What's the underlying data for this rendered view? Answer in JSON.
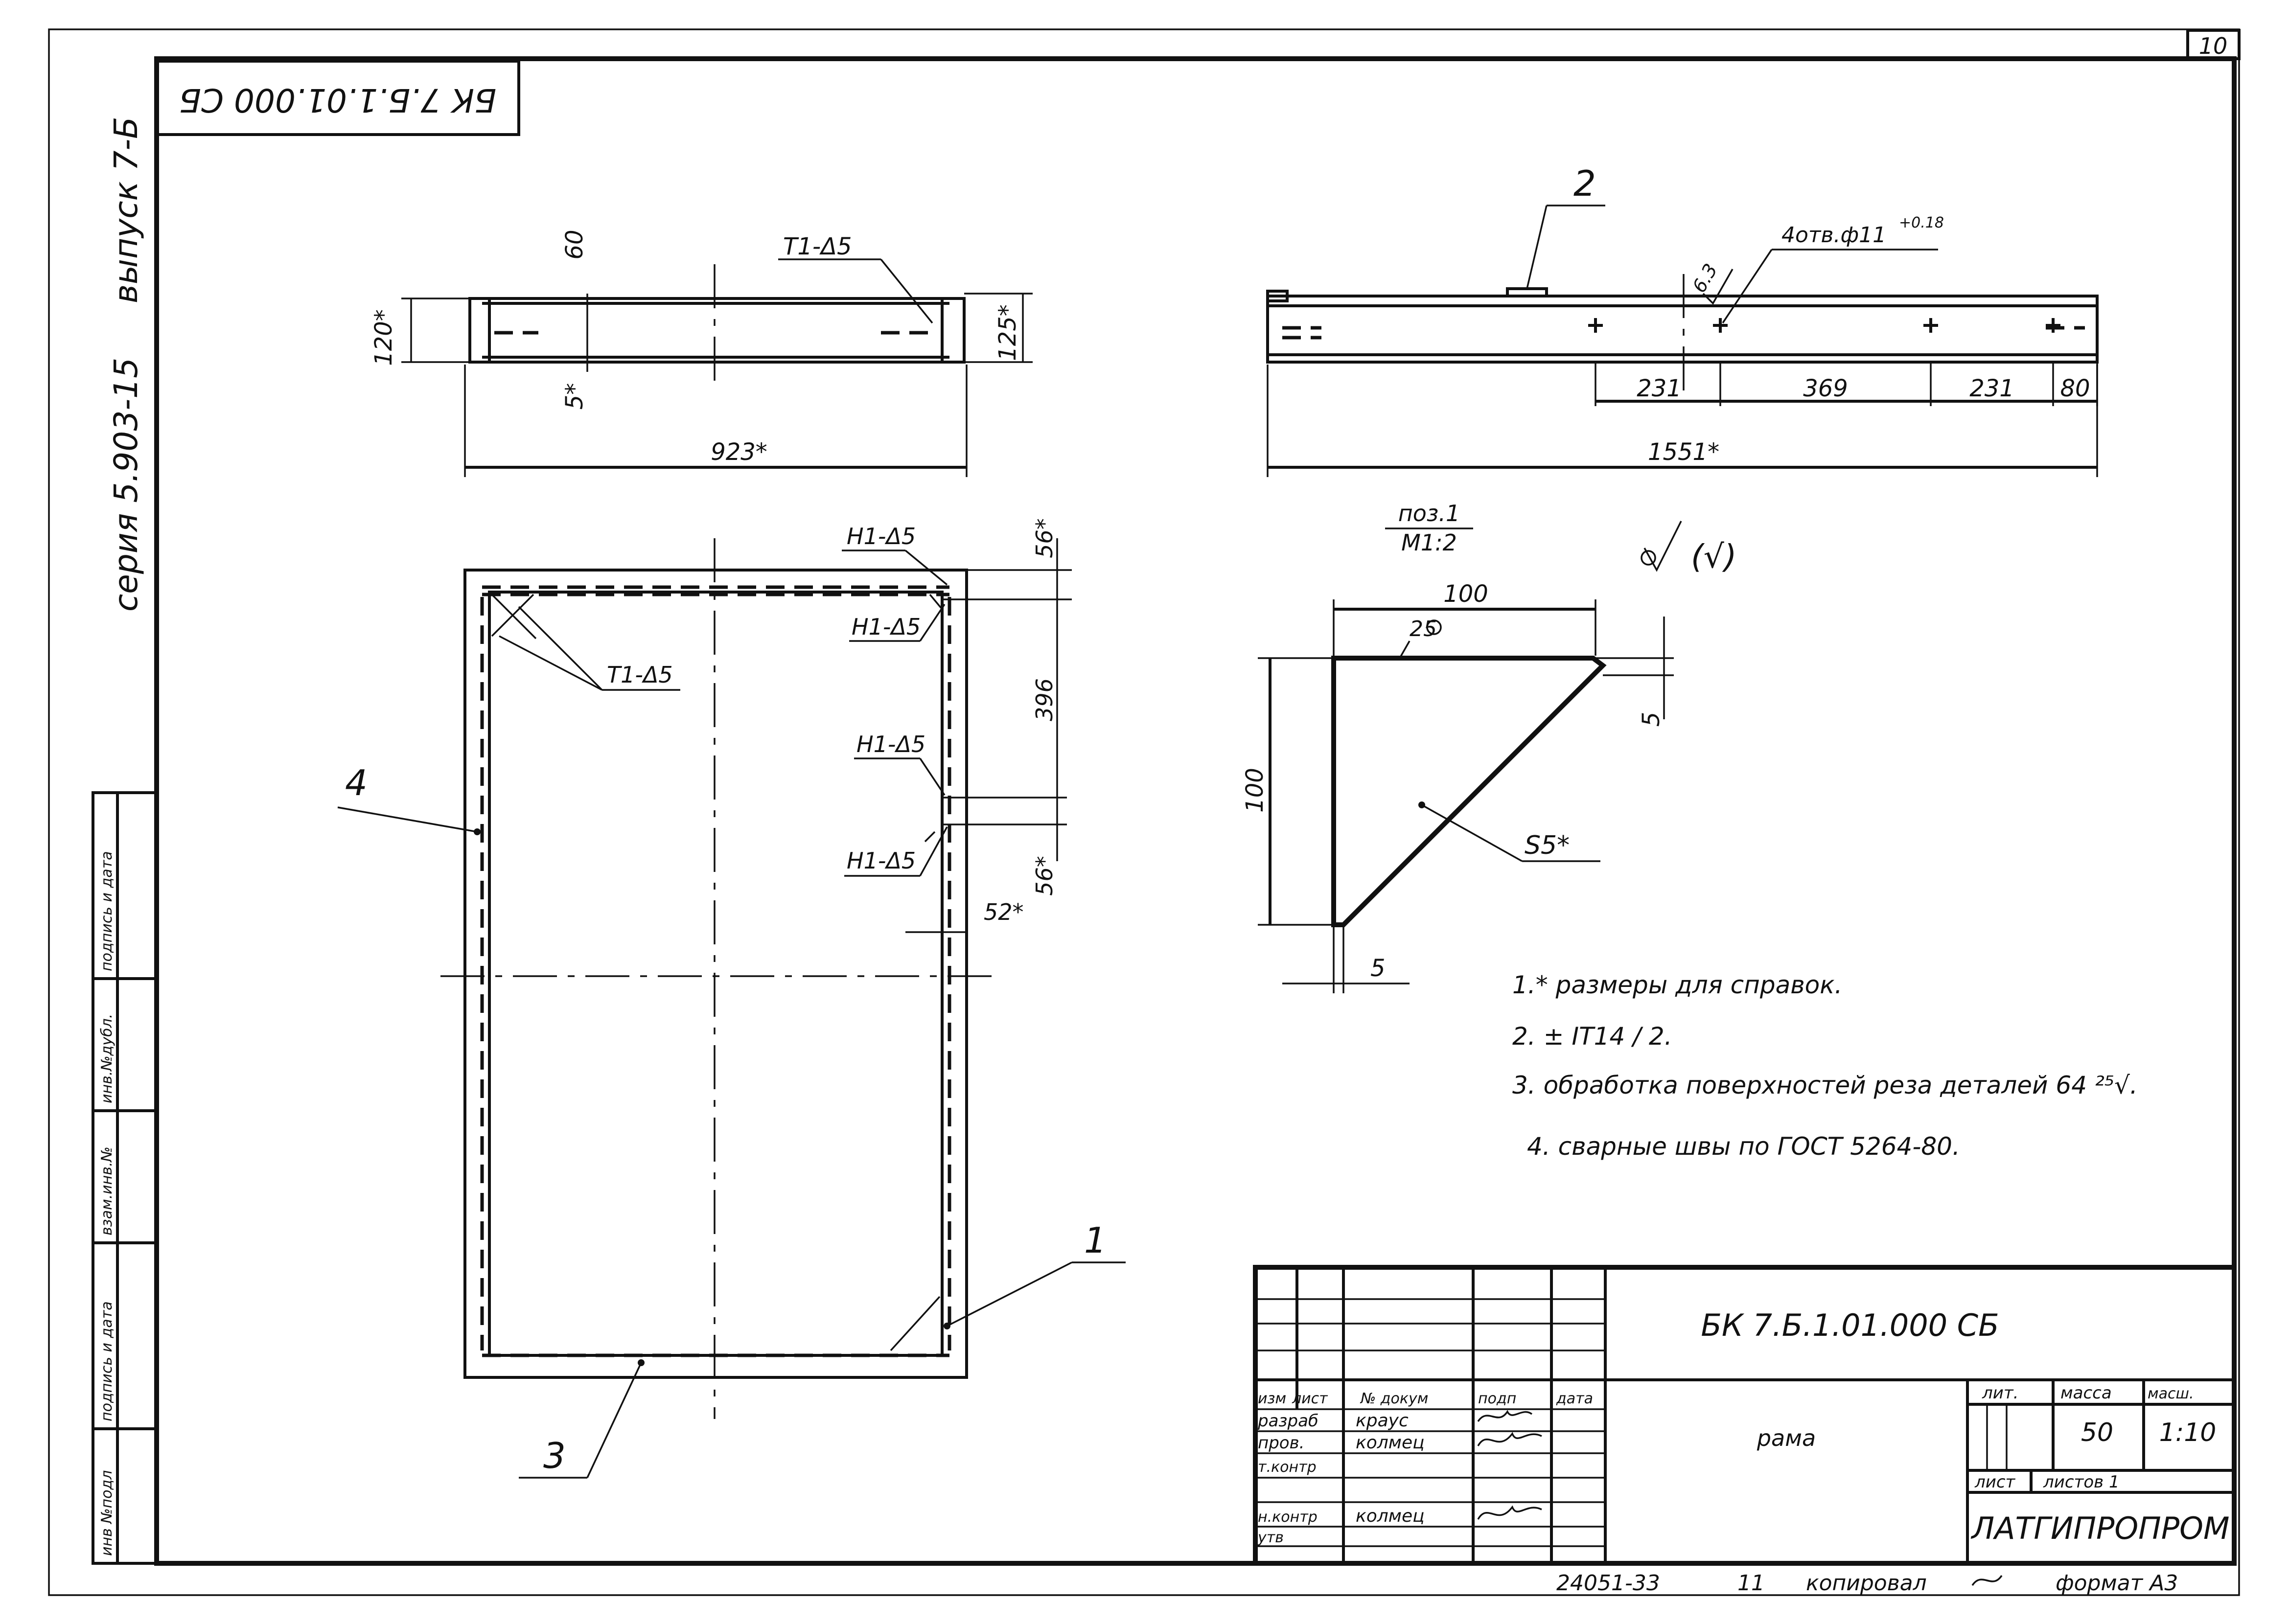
{
  "sheet": {
    "page_number": "10",
    "code_rotated": "БК 7.Б.1.01.000 СБ",
    "series": "серия 5.903-15",
    "issue": "выпуск 7-Б"
  },
  "left_stamp": [
    "инв №подл",
    "подпись и дата",
    "взам.инв.№",
    "инв.№дубл.",
    "подпись и дата"
  ],
  "top_view": {
    "dims": [
      "120*",
      "60",
      "5*",
      "125*",
      "923*"
    ],
    "weld_label": "Т1-Δ5"
  },
  "side_view": {
    "leader_pos": "2",
    "holes": "4отв.ф11",
    "hole_tol": "+0.18",
    "roughness": "6.3",
    "dims": [
      "231",
      "369",
      "231",
      "80",
      "1551*"
    ]
  },
  "plan_view": {
    "weld_top": "Н1-Δ5",
    "weld_corner_right": "Н1-Δ5",
    "weld_mid_upper": "Н1-Δ5",
    "weld_mid_lower": "Н1-Δ5",
    "weld_corner_left": "Т1-Δ5",
    "dims": [
      "56*",
      "396",
      "56*",
      "52*"
    ],
    "positions": [
      "4",
      "1",
      "3"
    ]
  },
  "detail": {
    "title_top": "поз.1",
    "title_bottom": "М1:2",
    "roughness_symbol": "(√)",
    "dims": [
      "100",
      "25",
      "5",
      "100",
      "5"
    ],
    "thickness": "S5*"
  },
  "notes": [
    "1.* размеры для справок.",
    "2. ± IT14 / 2.",
    "3. обработка поверхностей реза деталей 64 ²⁵√.",
    "4. сварные швы по ГОСТ 5264-80."
  ],
  "title_block": {
    "designation": "БК 7.Б.1.01.000 СБ",
    "name": "рама",
    "head_labels": [
      "изм",
      "лист",
      "№ докум",
      "подп",
      "дата"
    ],
    "roles": [
      "разраб",
      "пров.",
      "т.контр",
      "",
      "н.контр",
      "утв"
    ],
    "persons": [
      "краус",
      "колмец",
      "",
      "",
      "колмец",
      ""
    ],
    "lit_label": "лит.",
    "mass_label": "масса",
    "scale_label": "масш.",
    "mass": "50",
    "scale": "1:10",
    "sheet_label": "лист",
    "sheets_label": "листов 1",
    "org": "ЛАТГИПРОПРОМ"
  },
  "footer": {
    "number": "24051-33",
    "item": "11",
    "copied": "копировал",
    "format": "формат А3"
  }
}
